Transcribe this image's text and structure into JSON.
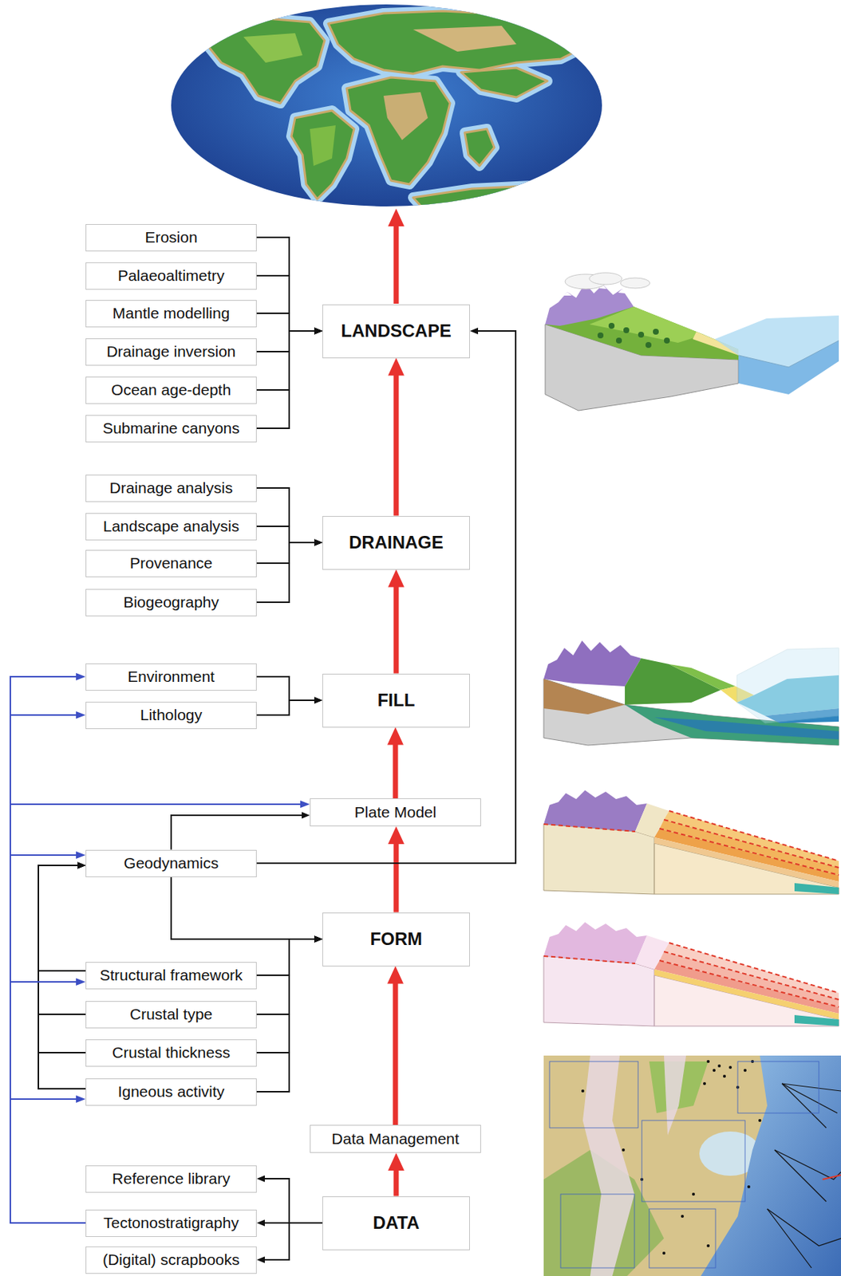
{
  "diagram": {
    "nodes": [
      {
        "text": [
          "Erosion"
        ]
      },
      {
        "text": [
          "Palaeoaltimetry"
        ]
      },
      {
        "text": [
          "Mantle modelling"
        ]
      },
      {
        "text": [
          "Drainage inversion"
        ]
      },
      {
        "text": [
          "Ocean age-depth"
        ]
      },
      {
        "text": [
          "Submarine canyons"
        ]
      },
      {
        "text": [
          "LANDSCAPE"
        ]
      },
      {
        "text": [
          "Drainage analysis"
        ]
      },
      {
        "text": [
          "Landscape analysis"
        ]
      },
      {
        "text": [
          "Provenance"
        ]
      },
      {
        "text": [
          "Biogeography"
        ]
      },
      {
        "text": [
          "DRAINAGE"
        ]
      },
      {
        "text": [
          "Environment"
        ]
      },
      {
        "text": [
          "Lithology"
        ]
      },
      {
        "text": [
          "FILL"
        ]
      },
      {
        "text": [
          "Plate Model"
        ]
      },
      {
        "text": [
          "Geodynamics"
        ]
      },
      {
        "text": [
          "FORM"
        ]
      },
      {
        "text": [
          "Structural framework"
        ]
      },
      {
        "text": [
          "Crustal type"
        ]
      },
      {
        "text": [
          "Crustal thickness"
        ]
      },
      {
        "text": [
          "Igneous activity"
        ]
      },
      {
        "text": [
          "Data Management"
        ]
      },
      {
        "text": [
          "Reference library"
        ]
      },
      {
        "text": [
          "DATA"
        ]
      },
      {
        "text": [
          "Tectonostratigraphy"
        ]
      },
      {
        "text": [
          "(Digital) scrapbooks"
        ]
      }
    ],
    "edges": [
      {
        "from": 24,
        "to": 22,
        "arrow": "to"
      },
      {
        "from": 22,
        "to": 17,
        "arrow": "to"
      },
      {
        "from": 17,
        "to": 15,
        "arrow": "to"
      },
      {
        "from": 15,
        "to": 14,
        "arrow": "to"
      },
      {
        "from": 14,
        "to": 11,
        "arrow": "to"
      },
      {
        "from": 11,
        "to": 6,
        "arrow": "to"
      },
      {
        "from": 0,
        "to": 6,
        "arrow": "to"
      },
      {
        "from": 1,
        "to": 6,
        "arrow": "to"
      },
      {
        "from": 2,
        "to": 6,
        "arrow": "to"
      },
      {
        "from": 3,
        "to": 6,
        "arrow": "to"
      },
      {
        "from": 4,
        "to": 6,
        "arrow": "to"
      },
      {
        "from": 5,
        "to": 6,
        "arrow": "to"
      },
      {
        "from": 7,
        "to": 11,
        "arrow": "to"
      },
      {
        "from": 8,
        "to": 11,
        "arrow": "to"
      },
      {
        "from": 9,
        "to": 11,
        "arrow": "to"
      },
      {
        "from": 10,
        "to": 11,
        "arrow": "to"
      },
      {
        "from": 12,
        "to": 14,
        "arrow": "to"
      },
      {
        "from": 13,
        "to": 14,
        "arrow": "to"
      },
      {
        "from": 16,
        "to": 15,
        "arrow": "to"
      },
      {
        "from": 16,
        "to": 6,
        "arrow": "to"
      },
      {
        "from": 16,
        "to": 17,
        "arrow": "to"
      },
      {
        "from": 18,
        "to": 17,
        "arrow": "to"
      },
      {
        "from": 19,
        "to": 17,
        "arrow": "to"
      },
      {
        "from": 20,
        "to": 17,
        "arrow": "to"
      },
      {
        "from": 21,
        "to": 17,
        "arrow": "to"
      },
      {
        "from": 18,
        "to": 16,
        "arrow": "to"
      },
      {
        "from": 19,
        "to": 16,
        "arrow": "to"
      },
      {
        "from": 20,
        "to": 16,
        "arrow": "to"
      },
      {
        "from": 21,
        "to": 16,
        "arrow": "to"
      },
      {
        "from": 24,
        "to": 23,
        "arrow": "to"
      },
      {
        "from": 24,
        "to": 25,
        "arrow": "to"
      },
      {
        "from": 24,
        "to": 26,
        "arrow": "to"
      },
      {
        "from": 25,
        "to": 12,
        "arrow": "to"
      },
      {
        "from": 25,
        "to": 13,
        "arrow": "to"
      },
      {
        "from": 25,
        "to": 15,
        "arrow": "to"
      },
      {
        "from": 25,
        "to": 16,
        "arrow": "to"
      },
      {
        "from": 25,
        "to": 18,
        "arrow": "to"
      },
      {
        "from": 25,
        "to": 21,
        "arrow": "to"
      }
    ]
  }
}
